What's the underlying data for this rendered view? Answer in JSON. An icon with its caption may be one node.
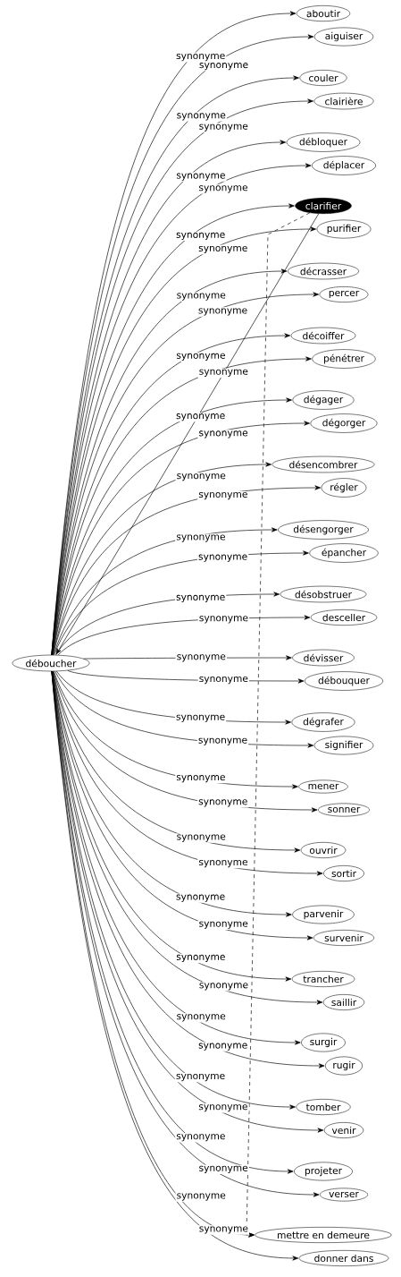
{
  "diagram": {
    "nodes": [
      {
        "text": [
          "déboucher"
        ]
      },
      {
        "text": [
          "aboutir"
        ]
      },
      {
        "text": [
          "aiguiser"
        ]
      },
      {
        "text": [
          "couler"
        ]
      },
      {
        "text": [
          "clairière"
        ]
      },
      {
        "text": [
          "débloquer"
        ]
      },
      {
        "text": [
          "déplacer"
        ]
      },
      {
        "text": [
          "clarifier"
        ]
      },
      {
        "text": [
          "purifier"
        ]
      },
      {
        "text": [
          "décrasser"
        ]
      },
      {
        "text": [
          "percer"
        ]
      },
      {
        "text": [
          "décoiffer"
        ]
      },
      {
        "text": [
          "pénétrer"
        ]
      },
      {
        "text": [
          "dégager"
        ]
      },
      {
        "text": [
          "dégorger"
        ]
      },
      {
        "text": [
          "désencombrer"
        ]
      },
      {
        "text": [
          "régler"
        ]
      },
      {
        "text": [
          "désengorger"
        ]
      },
      {
        "text": [
          "épancher"
        ]
      },
      {
        "text": [
          "désobstruer"
        ]
      },
      {
        "text": [
          "desceller"
        ]
      },
      {
        "text": [
          "dévisser"
        ]
      },
      {
        "text": [
          "débouquer"
        ]
      },
      {
        "text": [
          "dégrafer"
        ]
      },
      {
        "text": [
          "signifier"
        ]
      },
      {
        "text": [
          "mener"
        ]
      },
      {
        "text": [
          "sonner"
        ]
      },
      {
        "text": [
          "ouvrir"
        ]
      },
      {
        "text": [
          "sortir"
        ]
      },
      {
        "text": [
          "parvenir"
        ]
      },
      {
        "text": [
          "survenir"
        ]
      },
      {
        "text": [
          "trancher"
        ]
      },
      {
        "text": [
          "saillir"
        ]
      },
      {
        "text": [
          "surgir"
        ]
      },
      {
        "text": [
          "rugir"
        ]
      },
      {
        "text": [
          "tomber"
        ]
      },
      {
        "text": [
          "venir"
        ]
      },
      {
        "text": [
          "projeter"
        ]
      },
      {
        "text": [
          "verser"
        ]
      },
      {
        "text": [
          "mettre en demeure"
        ]
      },
      {
        "text": [
          "donner dans"
        ]
      }
    ],
    "edges": [
      {
        "from": 0,
        "to": 1,
        "arrow": "to",
        "label": "synonyme"
      },
      {
        "from": 0,
        "to": 2,
        "arrow": "to",
        "label": "synonyme"
      },
      {
        "from": 0,
        "to": 3,
        "arrow": "to",
        "label": "synonyme"
      },
      {
        "from": 0,
        "to": 4,
        "arrow": "to",
        "label": "synonyme"
      },
      {
        "from": 0,
        "to": 5,
        "arrow": "to",
        "label": "synonyme"
      },
      {
        "from": 0,
        "to": 6,
        "arrow": "to",
        "label": "synonyme"
      },
      {
        "from": 0,
        "to": 7,
        "arrow": "to",
        "label": "synonyme"
      },
      {
        "from": 0,
        "to": 8,
        "arrow": "to",
        "label": "synonyme"
      },
      {
        "from": 0,
        "to": 9,
        "arrow": "to",
        "label": "synonyme"
      },
      {
        "from": 0,
        "to": 10,
        "arrow": "to",
        "label": "synonyme"
      },
      {
        "from": 0,
        "to": 11,
        "arrow": "to",
        "label": "synonyme"
      },
      {
        "from": 0,
        "to": 12,
        "arrow": "to",
        "label": "synonyme"
      },
      {
        "from": 0,
        "to": 13,
        "arrow": "to",
        "label": "synonyme"
      },
      {
        "from": 0,
        "to": 14,
        "arrow": "to",
        "label": "synonyme"
      },
      {
        "from": 0,
        "to": 15,
        "arrow": "to",
        "label": "synonyme"
      },
      {
        "from": 0,
        "to": 16,
        "arrow": "to",
        "label": "synonyme"
      },
      {
        "from": 0,
        "to": 17,
        "arrow": "to",
        "label": "synonyme"
      },
      {
        "from": 0,
        "to": 18,
        "arrow": "to",
        "label": "synonyme"
      },
      {
        "from": 0,
        "to": 19,
        "arrow": "to",
        "label": "synonyme"
      },
      {
        "from": 0,
        "to": 20,
        "arrow": "to",
        "label": "synonyme"
      },
      {
        "from": 0,
        "to": 21,
        "arrow": "to",
        "label": "synonyme"
      },
      {
        "from": 0,
        "to": 22,
        "arrow": "to",
        "label": "synonyme"
      },
      {
        "from": 0,
        "to": 23,
        "arrow": "to",
        "label": "synonyme"
      },
      {
        "from": 0,
        "to": 24,
        "arrow": "to",
        "label": "synonyme"
      },
      {
        "from": 0,
        "to": 25,
        "arrow": "to",
        "label": "synonyme"
      },
      {
        "from": 0,
        "to": 26,
        "arrow": "to",
        "label": "synonyme"
      },
      {
        "from": 0,
        "to": 27,
        "arrow": "to",
        "label": "synonyme"
      },
      {
        "from": 0,
        "to": 28,
        "arrow": "to",
        "label": "synonyme"
      },
      {
        "from": 0,
        "to": 29,
        "arrow": "to",
        "label": "synonyme"
      },
      {
        "from": 0,
        "to": 30,
        "arrow": "to",
        "label": "synonyme"
      },
      {
        "from": 0,
        "to": 31,
        "arrow": "to",
        "label": "synonyme"
      },
      {
        "from": 0,
        "to": 32,
        "arrow": "to",
        "label": "synonyme"
      },
      {
        "from": 0,
        "to": 33,
        "arrow": "to",
        "label": "synonyme"
      },
      {
        "from": 0,
        "to": 34,
        "arrow": "to",
        "label": "synonyme"
      },
      {
        "from": 0,
        "to": 35,
        "arrow": "to",
        "label": "synonyme"
      },
      {
        "from": 0,
        "to": 36,
        "arrow": "to",
        "label": "synonyme"
      },
      {
        "from": 0,
        "to": 37,
        "arrow": "to",
        "label": "synonyme"
      },
      {
        "from": 0,
        "to": 38,
        "arrow": "to",
        "label": "synonyme"
      },
      {
        "from": 0,
        "to": 39,
        "arrow": "to",
        "label": "synonyme"
      },
      {
        "from": 0,
        "to": 40,
        "arrow": "to",
        "label": "synonyme"
      },
      {
        "from": 7,
        "to": 39,
        "arrow": "to",
        "style": "dashed"
      },
      {
        "from": 7,
        "to": 0,
        "arrow": "to"
      }
    ]
  }
}
